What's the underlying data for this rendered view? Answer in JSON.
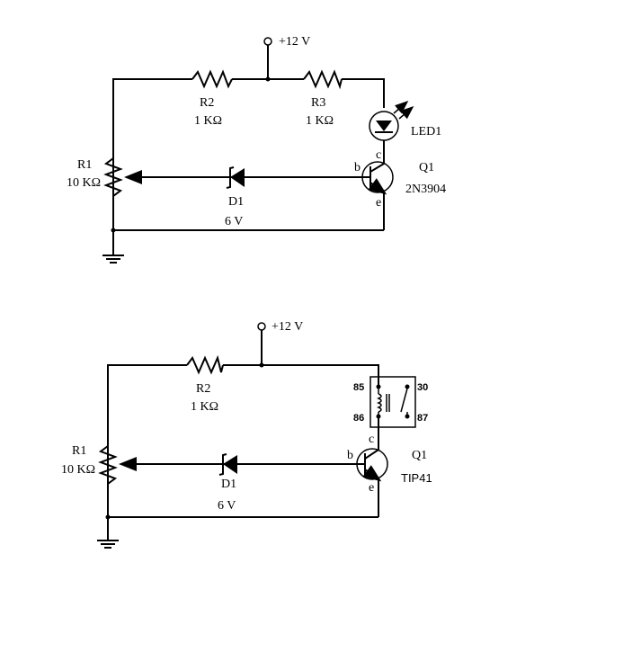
{
  "circuit_top": {
    "supply": "+12 V",
    "r2": {
      "name": "R2",
      "value": "1 KΩ"
    },
    "r3": {
      "name": "R3",
      "value": "1 KΩ"
    },
    "r1": {
      "name": "R1",
      "value": "10 KΩ"
    },
    "led": {
      "name": "LED1"
    },
    "d1": {
      "name": "D1",
      "value": "6 V"
    },
    "q1": {
      "name": "Q1",
      "part": "2N3904",
      "pin_b": "b",
      "pin_c": "c",
      "pin_e": "e"
    }
  },
  "circuit_bottom": {
    "supply": "+12 V",
    "r2": {
      "name": "R2",
      "value": "1 KΩ"
    },
    "r1": {
      "name": "R1",
      "value": "10 KΩ"
    },
    "d1": {
      "name": "D1",
      "value": "6 V"
    },
    "q1": {
      "name": "Q1",
      "part": "TIP41",
      "pin_b": "b",
      "pin_c": "c",
      "pin_e": "e"
    },
    "relay": {
      "pin_85": "85",
      "pin_86": "86",
      "pin_30": "30",
      "pin_87": "87"
    }
  }
}
